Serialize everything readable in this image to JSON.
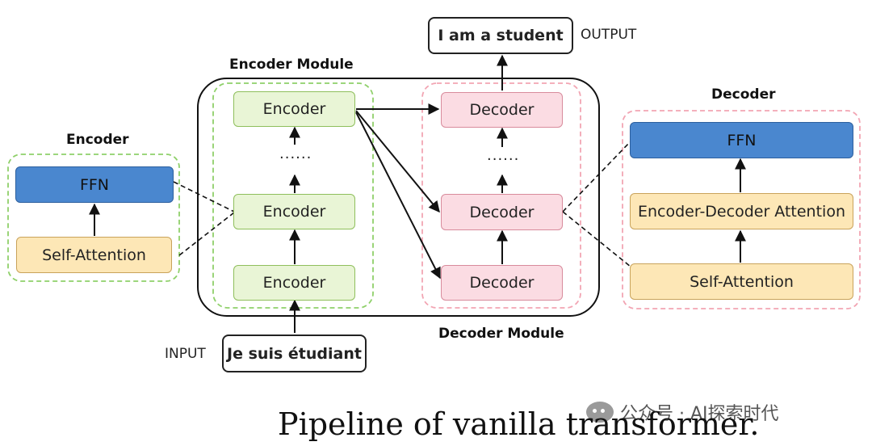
{
  "diagram": {
    "encoder_module_title": "Encoder Module",
    "decoder_module_title": "Decoder Module",
    "encoder_detail_title": "Encoder",
    "decoder_detail_title": "Decoder",
    "encoder_label": "Encoder",
    "decoder_label": "Decoder",
    "ellipsis": "......",
    "ffn_label": "FFN",
    "self_attention_label": "Self-Attention",
    "enc_dec_attention_label": "Encoder-Decoder Attention",
    "input_tag": "INPUT",
    "input_text": "Je suis étudiant",
    "output_tag": "OUTPUT",
    "output_text": "I am a student"
  },
  "caption": "Pipeline of vanilla transformer.",
  "watermark": "公众号 · AI探索时代",
  "colors": {
    "encoder_fill": "#e9f5d6",
    "decoder_fill": "#fbdce3",
    "ffn_fill": "#4a87cf",
    "attention_fill": "#fde7b6",
    "encoder_dashed": "#8fd06a",
    "decoder_dashed": "#f2a5b3"
  }
}
